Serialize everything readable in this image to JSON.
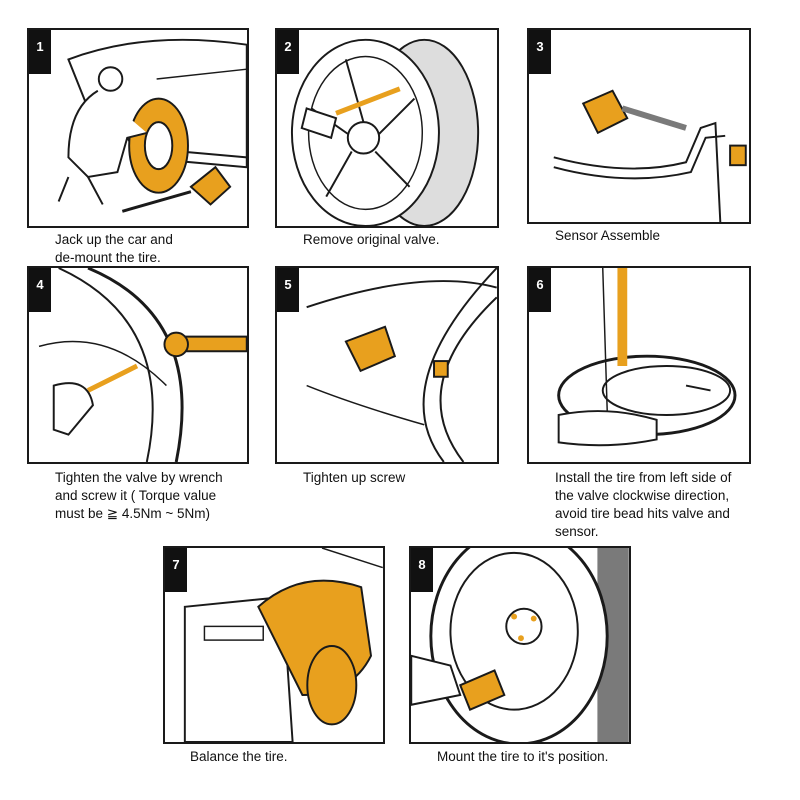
{
  "colors": {
    "accent": "#e8a01e",
    "outline": "#1a1a1a",
    "shade": "#7a7a7a"
  },
  "steps": [
    {
      "number": "1",
      "caption": "Jack up the car and\nde-mount the tire.",
      "icon": "jack-car-icon"
    },
    {
      "number": "2",
      "caption": "Remove original valve.",
      "icon": "wheel-valve-icon"
    },
    {
      "number": "3",
      "caption": "Sensor Assemble",
      "icon": "sensor-assembly-icon"
    },
    {
      "number": "4",
      "caption": "Tighten the valve by wrench\nand screw it ( Torque value\nmust be ≧ 4.5Nm ~ 5Nm)",
      "icon": "wrench-icon"
    },
    {
      "number": "5",
      "caption": "Tighten up screw",
      "icon": "sensor-rim-icon"
    },
    {
      "number": "6",
      "caption": "Install the tire from left side of\nthe valve clockwise direction,\navoid tire bead hits valve and\nsensor.",
      "icon": "tire-mount-icon"
    },
    {
      "number": "7",
      "caption": "Balance the tire.",
      "icon": "balancer-icon"
    },
    {
      "number": "8",
      "caption": "Mount the tire to it's position.",
      "icon": "mount-wheel-icon"
    }
  ]
}
